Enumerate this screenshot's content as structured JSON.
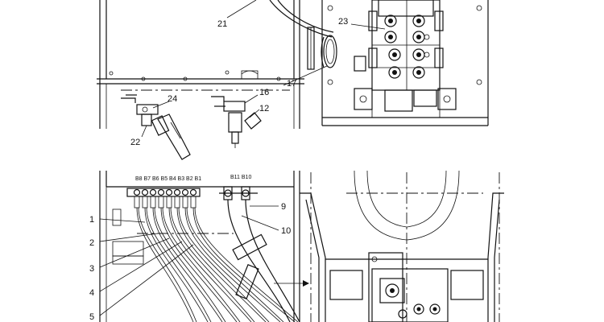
{
  "callouts": {
    "c21": "21",
    "c23": "23",
    "c17": "17",
    "c24": "24",
    "c16": "16",
    "c12": "12",
    "c22": "22",
    "c9": "9",
    "c10": "10",
    "c1": "1",
    "c2": "2",
    "c3": "3",
    "c4": "4",
    "c5": "5"
  },
  "port_labels": {
    "bank_left": "B8 B7 B6 B5 B4 B3 B2 B1",
    "bank_right": "B11 B10"
  }
}
